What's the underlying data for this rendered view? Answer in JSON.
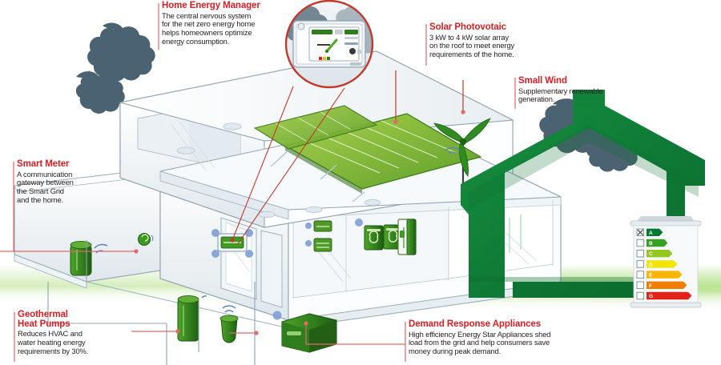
{
  "graphic": {
    "title": "Net Zero Energy Smart Home Diagram",
    "colors": {
      "heading_red": "#d32027",
      "leader_red": "#e2686b",
      "body_text": "#231f20",
      "house_green": "#0f7a36",
      "accent_green": "#53a82b",
      "panel_green": "#7cbf3f",
      "tree_slate": "#4a6272",
      "line_slate": "#8fa3b0"
    }
  },
  "callouts": [
    {
      "id": "home-energy-manager",
      "heading": "Home Energy Manager",
      "body": "The central nervous system\nfor the net zero energy home\nhelps  homeowners optimize\nenergy consumption."
    },
    {
      "id": "solar-photovoltaic",
      "heading": "Solar Photovotaic",
      "body": "3 kW to 4 kW solar array\non the roof to meet energy\nrequirements of the home."
    },
    {
      "id": "small-wind",
      "heading": "Small Wind",
      "body": "Supplementary renewable\ngeneration."
    },
    {
      "id": "smart-meter",
      "heading": "Smart Meter",
      "body": "A communication\ngateway between\nthe Smart Grid\nand the home."
    },
    {
      "id": "geothermal-heat-pumps",
      "heading": "Geothermal\nHeat Pumps",
      "body": "Reduces HVAC and\nwater heating energy\nrequirements by 30%."
    },
    {
      "id": "demand-response-appliances",
      "heading": "Demand Response Appliances",
      "body": "High efficiency Energy Star Appliances shed\nload from the grid and help consumers save\nmoney during peak demand."
    }
  ],
  "energy_label": {
    "name": "energy-efficiency-rating-chart",
    "checked_rating": "A",
    "ratings": [
      {
        "letter": "A",
        "color": "#007a33",
        "width": 16
      },
      {
        "letter": "B",
        "color": "#36a023",
        "width": 22
      },
      {
        "letter": "C",
        "color": "#94c81e",
        "width": 28
      },
      {
        "letter": "D",
        "color": "#f3e500",
        "width": 34
      },
      {
        "letter": "E",
        "color": "#f9b500",
        "width": 40
      },
      {
        "letter": "F",
        "color": "#ef7d00",
        "width": 46
      },
      {
        "letter": "G",
        "color": "#e2231a",
        "width": 52
      }
    ]
  },
  "scene_elements": [
    {
      "id": "cutaway-house",
      "label": "Cutaway modern house illustration"
    },
    {
      "id": "green-house-outline",
      "label": "Green house outline silhouette"
    },
    {
      "id": "solar-array",
      "label": "Roof mounted solar photovoltaic array"
    },
    {
      "id": "wind-turbine",
      "label": "Small wind turbine"
    },
    {
      "id": "smart-meter-device",
      "label": "Smart meter on exterior wall"
    },
    {
      "id": "home-energy-manager-panel",
      "label": "Wall mounted home energy manager"
    },
    {
      "id": "hem-inset",
      "label": "Circular inset of home energy manager display"
    },
    {
      "id": "washer-dryer",
      "label": "Energy Star washer and dryer"
    },
    {
      "id": "refrigerator",
      "label": "Energy Star refrigerator"
    },
    {
      "id": "water-heater",
      "label": "Water heater"
    },
    {
      "id": "geothermal-unit",
      "label": "Geothermal heat pump unit"
    },
    {
      "id": "trees",
      "label": "Background tree silhouettes"
    }
  ]
}
